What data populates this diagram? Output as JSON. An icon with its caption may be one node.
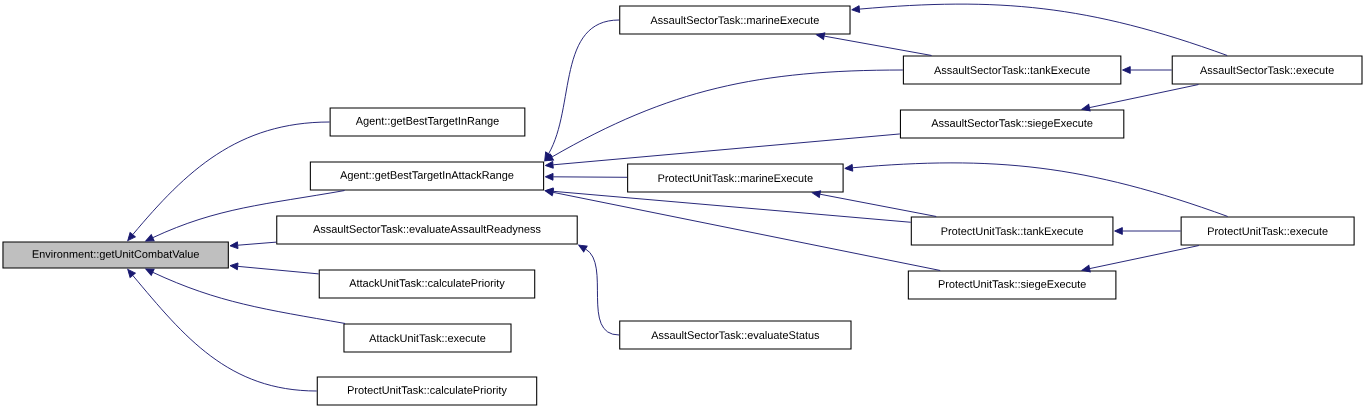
{
  "diagram": {
    "nodes": [
      {
        "text": [
          "Environment::getUnitCombatValue"
        ]
      },
      {
        "text": [
          "Agent::getBestTargetInRange"
        ]
      },
      {
        "text": [
          "Agent::getBestTargetInAttackRange"
        ]
      },
      {
        "text": [
          "AssaultSectorTask::evaluateAssaultReadyness"
        ]
      },
      {
        "text": [
          "AttackUnitTask::calculatePriority"
        ]
      },
      {
        "text": [
          "AttackUnitTask::execute"
        ]
      },
      {
        "text": [
          "ProtectUnitTask::calculatePriority"
        ]
      },
      {
        "text": [
          "AssaultSectorTask::marineExecute"
        ]
      },
      {
        "text": [
          "AssaultSectorTask::tankExecute"
        ]
      },
      {
        "text": [
          "AssaultSectorTask::siegeExecute"
        ]
      },
      {
        "text": [
          "ProtectUnitTask::marineExecute"
        ]
      },
      {
        "text": [
          "ProtectUnitTask::tankExecute"
        ]
      },
      {
        "text": [
          "ProtectUnitTask::siegeExecute"
        ]
      },
      {
        "text": [
          "AssaultSectorTask::evaluateStatus"
        ]
      },
      {
        "text": [
          "AssaultSectorTask::execute"
        ]
      },
      {
        "text": [
          "ProtectUnitTask::execute"
        ]
      }
    ],
    "edges": [
      {
        "from": 1,
        "to": 0,
        "arrow": "to"
      },
      {
        "from": 2,
        "to": 0,
        "arrow": "to"
      },
      {
        "from": 3,
        "to": 0,
        "arrow": "to"
      },
      {
        "from": 4,
        "to": 0,
        "arrow": "to"
      },
      {
        "from": 5,
        "to": 0,
        "arrow": "to"
      },
      {
        "from": 6,
        "to": 0,
        "arrow": "to"
      },
      {
        "from": 7,
        "to": 2,
        "arrow": "to"
      },
      {
        "from": 8,
        "to": 2,
        "arrow": "to"
      },
      {
        "from": 9,
        "to": 2,
        "arrow": "to"
      },
      {
        "from": 10,
        "to": 2,
        "arrow": "to"
      },
      {
        "from": 11,
        "to": 2,
        "arrow": "to"
      },
      {
        "from": 12,
        "to": 2,
        "arrow": "to"
      },
      {
        "from": 13,
        "to": 3,
        "arrow": "to"
      },
      {
        "from": 8,
        "to": 7,
        "arrow": "to"
      },
      {
        "from": 14,
        "to": 7,
        "arrow": "to"
      },
      {
        "from": 14,
        "to": 8,
        "arrow": "to"
      },
      {
        "from": 14,
        "to": 9,
        "arrow": "to"
      },
      {
        "from": 11,
        "to": 10,
        "arrow": "to"
      },
      {
        "from": 15,
        "to": 10,
        "arrow": "to"
      },
      {
        "from": 15,
        "to": 11,
        "arrow": "to"
      },
      {
        "from": 15,
        "to": 12,
        "arrow": "to"
      }
    ]
  }
}
